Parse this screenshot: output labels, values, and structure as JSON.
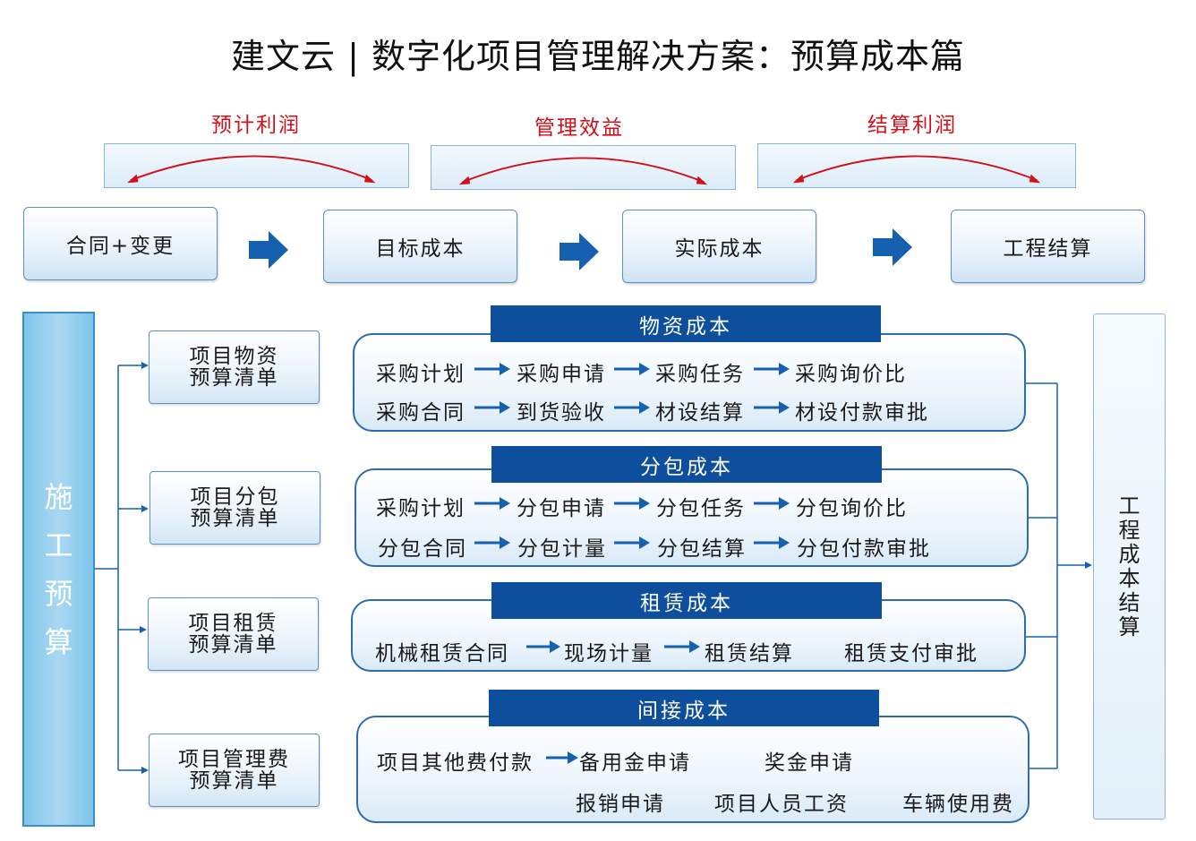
{
  "title": "建文云 | 数字化项目管理解决方案：预算成本篇",
  "profit_labels": [
    "预计利润",
    "管理效益",
    "结算利润"
  ],
  "flow": [
    "合同+变更",
    "目标成本",
    "实际成本",
    "工程结算"
  ],
  "left_side": [
    "施",
    "工",
    "预",
    "算"
  ],
  "right_side": [
    "工",
    "程",
    "成",
    "本",
    "结",
    "算"
  ],
  "budgets": [
    [
      "项目物资",
      "预算清单"
    ],
    [
      "项目分包",
      "预算清单"
    ],
    [
      "项目租赁",
      "预算清单"
    ],
    [
      "项目管理费",
      "预算清单"
    ]
  ],
  "costs": {
    "materials": {
      "header": "物资成本",
      "row1": [
        "采购计划",
        "采购申请",
        "采购任务",
        "采购询价比"
      ],
      "row2": [
        "采购合同",
        "到货验收",
        "材设结算",
        "材设付款审批"
      ]
    },
    "subcontract": {
      "header": "分包成本",
      "row1": [
        "采购计划",
        "分包申请",
        "分包任务",
        "分包询价比"
      ],
      "row2": [
        "分包合同",
        "分包计量",
        "分包结算",
        "分包付款审批"
      ]
    },
    "lease": {
      "header": "租赁成本",
      "row1": [
        "机械租赁合同",
        "现场计量",
        "租赁结算",
        "租赁支付审批"
      ]
    },
    "indirect": {
      "header": "间接成本",
      "row1": [
        "项目其他费付款",
        "备用金申请",
        "奖金申请"
      ],
      "row2": [
        "报销申请",
        "项目人员工资",
        "车辆使用费"
      ]
    }
  },
  "colors": {
    "accent_red": "#d0101b",
    "header_blue": "#0d4f9c",
    "arrow_blue": "#1660b0",
    "side_blue": "#7fc4ea"
  }
}
